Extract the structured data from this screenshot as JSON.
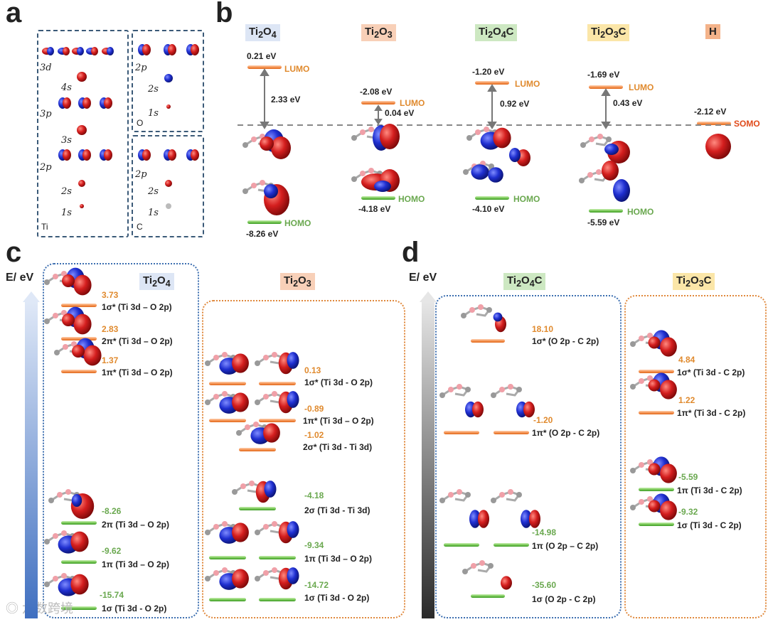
{
  "panels": {
    "a": "a",
    "b": "b",
    "c": "c",
    "d": "d"
  },
  "a": {
    "ti_label": "Ti",
    "o_label": "O",
    "c_label": "C",
    "ti_orbs": [
      "3d",
      "4s",
      "3p",
      "3s",
      "2p",
      "2s",
      "1s"
    ],
    "o_orbs": [
      "2p",
      "2s",
      "1s"
    ],
    "c_orbs": [
      "2p",
      "2s",
      "1s"
    ]
  },
  "b": {
    "molecules": [
      {
        "name": "Ti2O4",
        "sub": [
          "Ti",
          "2",
          "O",
          "4"
        ],
        "lumo_e": "0.21 eV",
        "gap": "2.33 eV",
        "homo_e": "-8.26 eV"
      },
      {
        "name": "Ti2O3",
        "sub": [
          "Ti",
          "2",
          "O",
          "3"
        ],
        "lumo_e": "-2.08 eV",
        "gap": "0.04 eV",
        "homo_e": "-4.18 eV"
      },
      {
        "name": "Ti2O4C",
        "sub": [
          "Ti",
          "2",
          "O",
          "4",
          "C"
        ],
        "lumo_e": "-1.20 eV",
        "gap": "0.92 eV",
        "homo_e": "-4.10 eV"
      },
      {
        "name": "Ti2O3C",
        "sub": [
          "Ti",
          "2",
          "O",
          "3",
          "C"
        ],
        "lumo_e": "-1.69 eV",
        "gap": "0.43 eV",
        "homo_e": "-5.59 eV"
      }
    ],
    "h": {
      "name": "H",
      "somo_e": "-2.12 eV",
      "somo": "SOMO"
    },
    "lumo": "LUMO",
    "homo": "HOMO"
  },
  "c": {
    "axis": "E/ eV",
    "ti2o4": {
      "title_base": "Ti",
      "title_sub1": "2",
      "title_o": "O",
      "title_sub2": "4",
      "levels": [
        {
          "e": "3.73",
          "desc": "1σ* (Ti 3d – O 2p)"
        },
        {
          "e": "2.83",
          "desc": "2π* (Ti 3d – O 2p)"
        },
        {
          "e": "1.37",
          "desc": "1π* (Ti 3d – O 2p)"
        },
        {
          "e": "-8.26",
          "desc": "2π  (Ti 3d – O 2p)"
        },
        {
          "e": "-9.62",
          "desc": "1π  (Ti 3d – O 2p)"
        },
        {
          "e": "-15.74",
          "desc": "1σ  (Ti 3d - O 2p)"
        }
      ]
    },
    "ti2o3": {
      "title_base": "Ti",
      "title_sub1": "2",
      "title_o": "O",
      "title_sub2": "3",
      "levels": [
        {
          "e": "0.13",
          "desc": "1σ* (Ti 3d - O 2p)"
        },
        {
          "e": "-0.89",
          "desc": "1π* (Ti 3d – O 2p)"
        },
        {
          "e": "-1.02",
          "desc": "2σ* (Ti 3d - Ti 3d)"
        },
        {
          "e": "-4.18",
          "desc": "2σ  (Ti 3d - Ti 3d)"
        },
        {
          "e": "-9.34",
          "desc": "1π  (Ti 3d – O 2p)"
        },
        {
          "e": "-14.72",
          "desc": "1σ  (Ti 3d - O 2p)"
        }
      ]
    }
  },
  "d": {
    "axis": "E/ eV",
    "ti2o4c": {
      "levels": [
        {
          "e": "18.10",
          "desc": "1σ*  (O 2p - C 2p)"
        },
        {
          "e": "-1.20",
          "desc": "1π*  (O 2p - C 2p)"
        },
        {
          "e": "-14.98",
          "desc": "1π  (O 2p – C 2p)"
        },
        {
          "e": "-35.60",
          "desc": "1σ  (O 2p - C 2p)"
        }
      ]
    },
    "ti2o3c": {
      "levels": [
        {
          "e": "4.84",
          "desc": "1σ* (Ti 3d - C 2p)"
        },
        {
          "e": "1.22",
          "desc": "1π* (Ti 3d - C 2p)"
        },
        {
          "e": "-5.59",
          "desc": "1π  (Ti 3d - C 2p)"
        },
        {
          "e": "-9.32",
          "desc": "1σ  (Ti 3d - C 2p)"
        }
      ]
    }
  },
  "watermark": "六数跨境",
  "colors": {
    "lumo": "#f28a45",
    "homo": "#6cc04a",
    "dash": "#3b5a78",
    "blue_box": "#3d6fb0",
    "orange_box": "#e0893d",
    "orbital_red": "#d41e1e",
    "orbital_blue": "#1f2fd0"
  }
}
